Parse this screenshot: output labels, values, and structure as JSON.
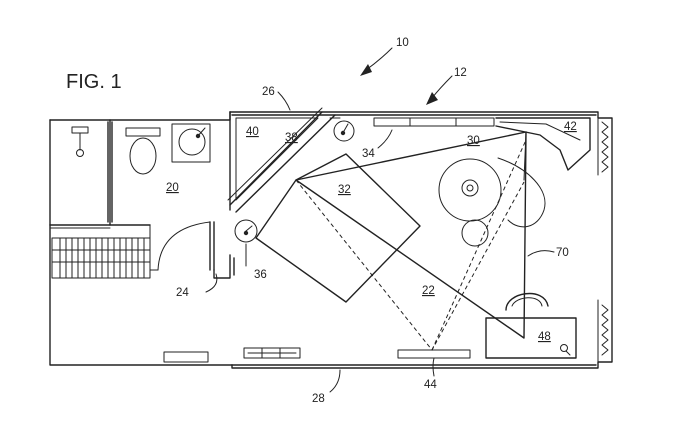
{
  "figure_title": "FIG. 1",
  "labels": {
    "l10": "10",
    "l12": "12",
    "l20": "20",
    "l22": "22",
    "l24": "24",
    "l26": "26",
    "l28": "28",
    "l30": "30",
    "l32": "32",
    "l34": "34",
    "l36": "36",
    "l38": "38",
    "l40": "40",
    "l42": "42",
    "l44": "44",
    "l48": "48",
    "l70": "70"
  },
  "colors": {
    "ink": "#222222",
    "paper": "#ffffff"
  }
}
